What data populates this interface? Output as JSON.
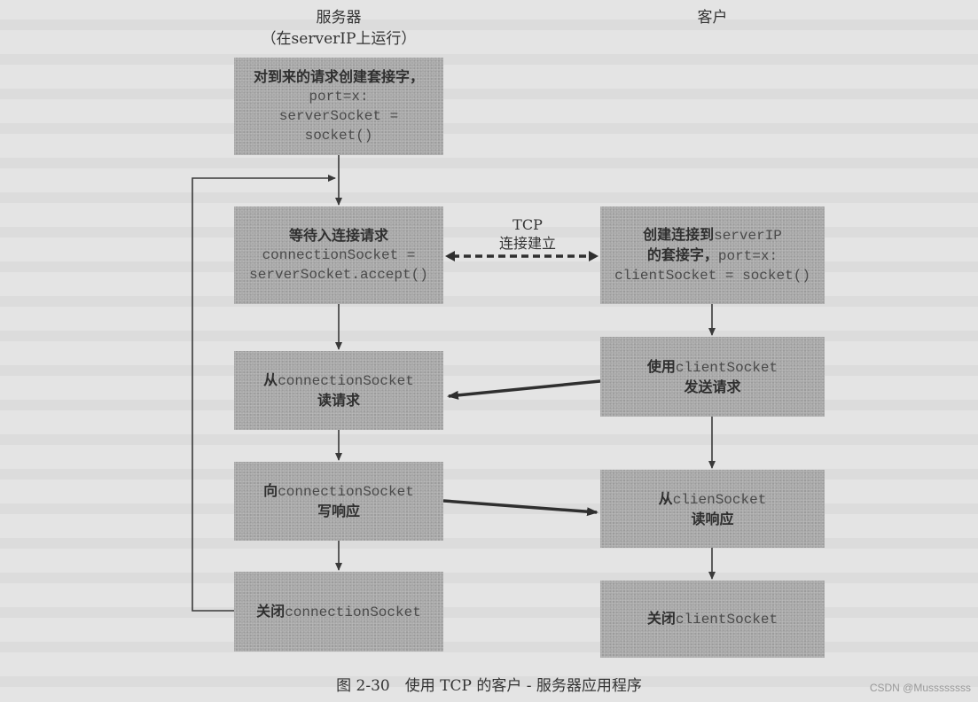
{
  "headers": {
    "server_title": "服务器",
    "server_subtitle": "（在serverIP上运行）",
    "client_title": "客户"
  },
  "server_boxes": [
    {
      "lines": [
        {
          "t": "对到来的请求创建套接字，",
          "k": "cn"
        },
        {
          "t": "port=x:",
          "k": "mono"
        },
        {
          "t": "serverSocket =",
          "k": "mono"
        },
        {
          "t": "socket()",
          "k": "mono"
        }
      ]
    },
    {
      "lines": [
        {
          "t": "等待入连接请求",
          "k": "cn"
        },
        {
          "t": "connectionSocket =",
          "k": "mono"
        },
        {
          "t": "serverSocket.accept()",
          "k": "mono"
        }
      ]
    },
    {
      "line1_cn": "从",
      "line1_mono": "connectionSocket",
      "line2_cn": "读请求"
    },
    {
      "line1_cn": "向",
      "line1_mono": "connectionSocket",
      "line2_cn": "写响应"
    },
    {
      "line1_cn": "关闭",
      "line1_mono": "connectionSocket"
    }
  ],
  "client_boxes": [
    {
      "line1_cn": "创建连接到",
      "line1_mono": "serverIP",
      "line2_cn": "的套接字，",
      "line2_mono": "port=x:",
      "line3_mono": "clientSocket = socket()"
    },
    {
      "line1_cn": "使用",
      "line1_mono": "clientSocket",
      "line2_cn": "发送请求"
    },
    {
      "line1_cn": "从",
      "line1_mono": "clienSocket",
      "line2_cn": "读响应"
    },
    {
      "line1_cn": "关闭",
      "line1_mono": "clientSocket"
    }
  ],
  "tcp_setup": {
    "line1": "TCP",
    "line2": "连接建立"
  },
  "caption": "图 2-30　使用 TCP 的客户 - 服务器应用程序",
  "watermark": "CSDN @Mussssssss",
  "colors": {
    "background": "#e4e4e4",
    "box": "#a8a8a8",
    "arrow": "#3a3a3a"
  }
}
